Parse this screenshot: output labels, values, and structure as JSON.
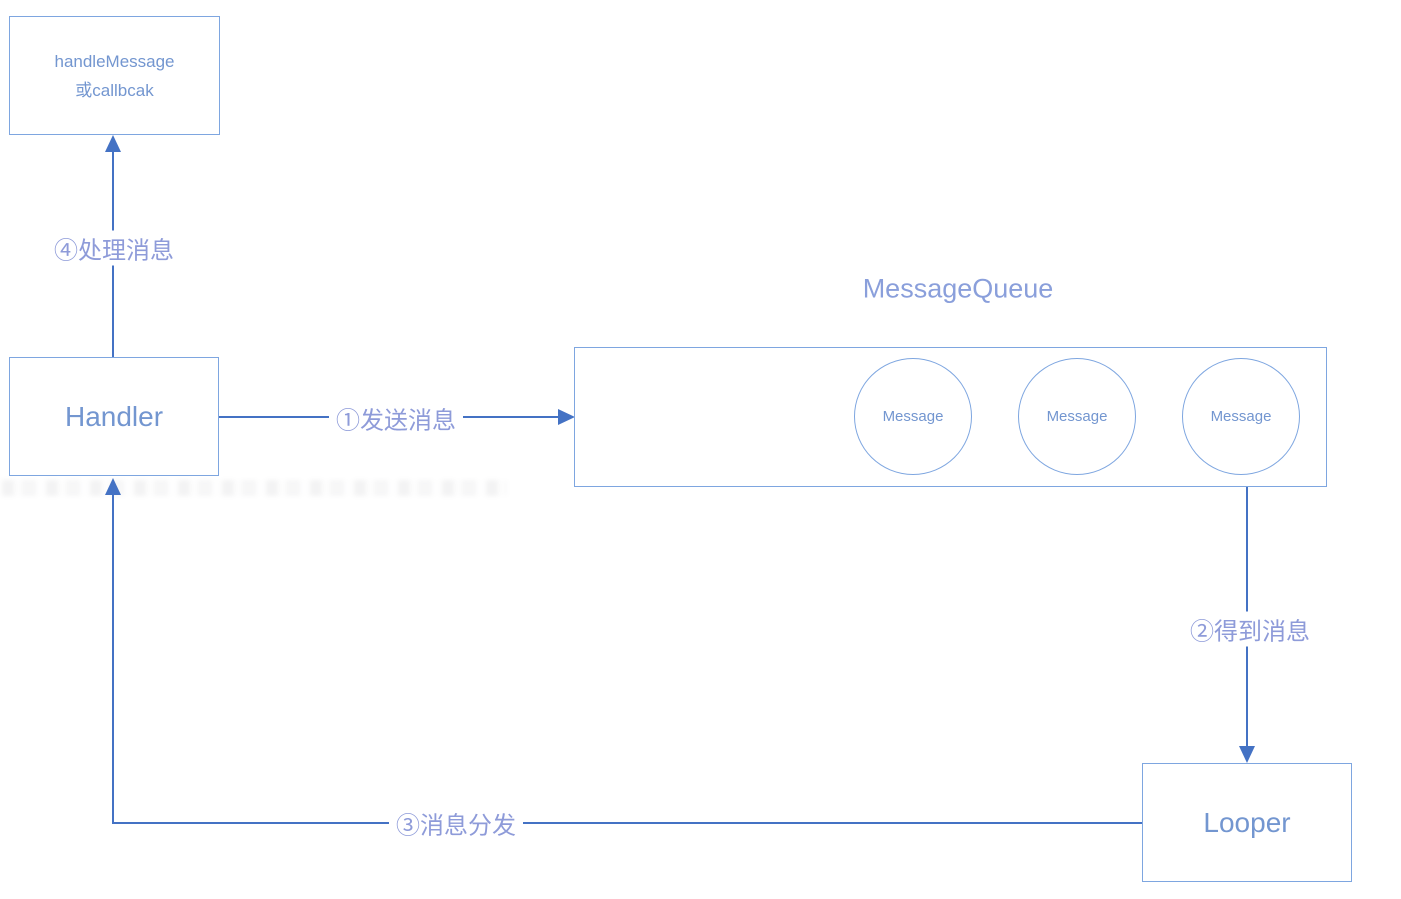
{
  "diagram": {
    "nodes": {
      "handle_message": {
        "line1": "handleMessage",
        "line2": "或callbcak"
      },
      "handler": {
        "label": "Handler"
      },
      "message_queue": {
        "title": "MessageQueue",
        "messages": [
          "Message",
          "Message",
          "Message"
        ]
      },
      "looper": {
        "label": "Looper"
      }
    },
    "edges": {
      "step1": {
        "label": "①发送消息",
        "from": "Handler",
        "to": "MessageQueue"
      },
      "step2": {
        "label": "②得到消息",
        "from": "MessageQueue",
        "to": "Looper"
      },
      "step3": {
        "label": "③消息分发",
        "from": "Looper",
        "to": "Handler"
      },
      "step4": {
        "label": "④处理消息",
        "from": "Handler",
        "to": "handleMessage"
      }
    },
    "colors": {
      "connector": "#4472C4",
      "box_border": "#7EA6E0",
      "node_text": "#7396D0",
      "edge_label_text": "#8E9BD9",
      "queue_title_text": "#8A9FDB",
      "background": "#FFFFFF"
    }
  }
}
